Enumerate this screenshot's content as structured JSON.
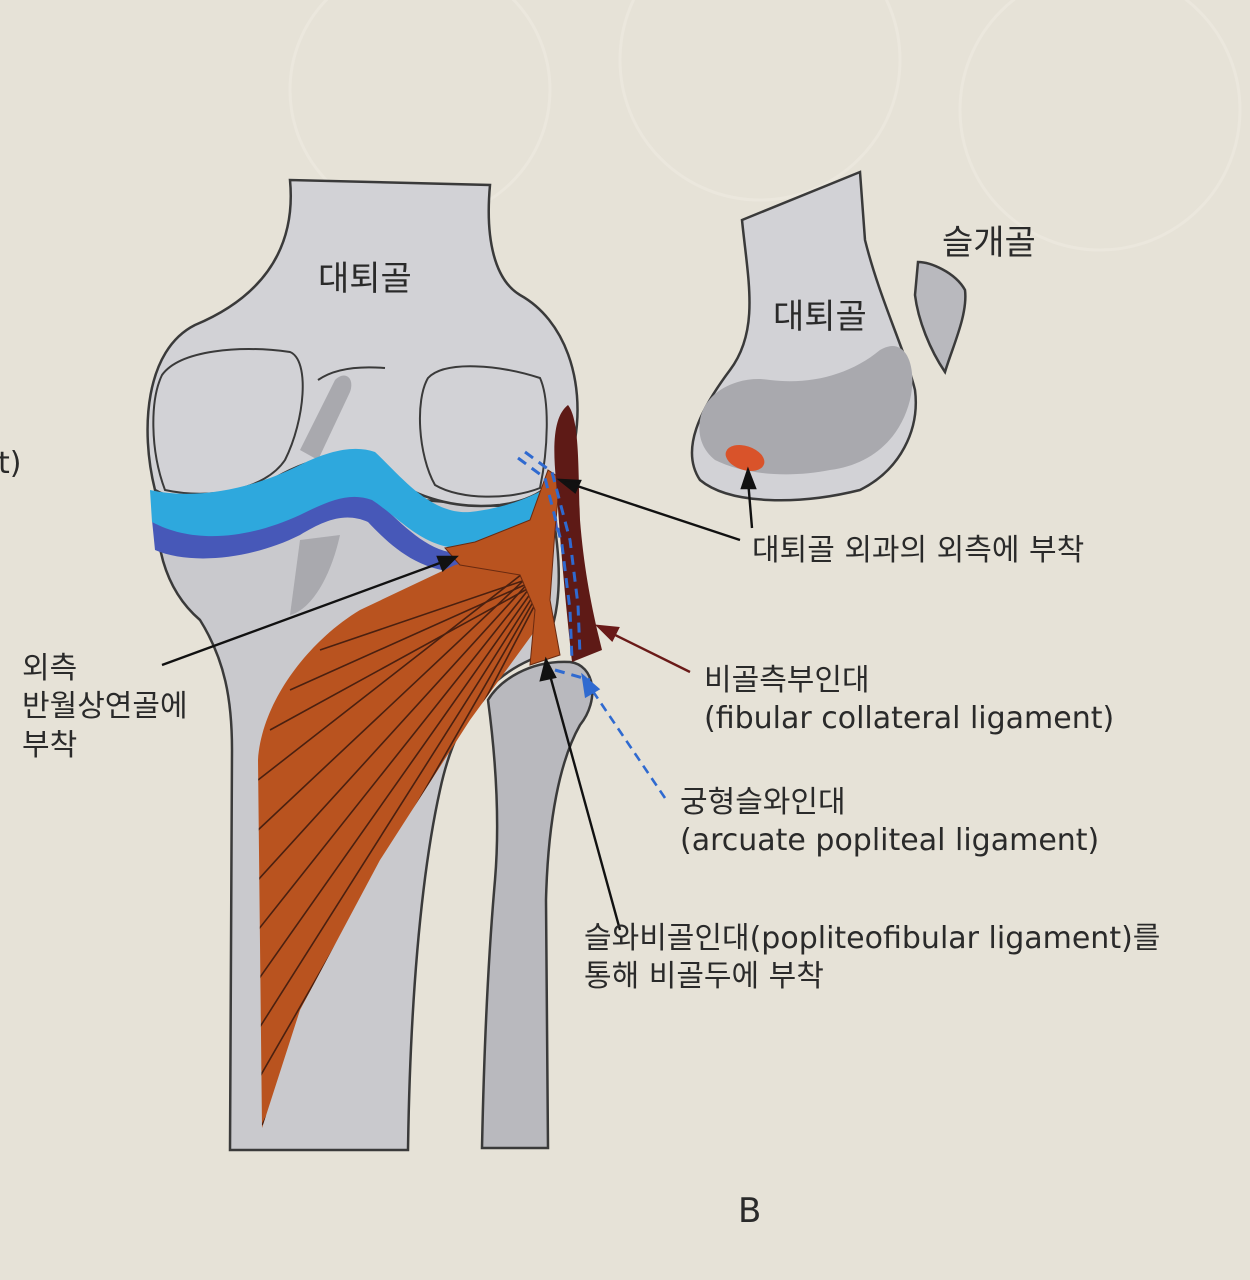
{
  "labels": {
    "femur_front": "대퇴골",
    "femur_side": "대퇴골",
    "patella": "슬개골",
    "edge_fragment": "t)",
    "femur_attach": "대퇴골 외과의 외측에 부착",
    "meniscus_attach": [
      "외측",
      "반월상연골에",
      "부착"
    ],
    "fcl": [
      "비골측부인대",
      "(fibular collateral ligament)"
    ],
    "arcuate": [
      "궁형슬와인대",
      "(arcuate popliteal ligament)"
    ],
    "popliteofibular": [
      "슬와비골인대(popliteofibular ligament)를",
      "통해 비골두에 부착"
    ],
    "panel_letter": "B"
  },
  "colors": {
    "page": "#e6e2d7",
    "bone": "#c9c9cd",
    "bone_light": "#d2d2d6",
    "bone_shade": "#a9a9ae",
    "cartilage_top": "#2ea8dd",
    "cartilage_bottom": "#4758b8",
    "muscle": "#b9531f",
    "ligament": "#5e1a16",
    "arcuate_line": "#2f6ad0",
    "attachment_spot": "#d9532a"
  }
}
